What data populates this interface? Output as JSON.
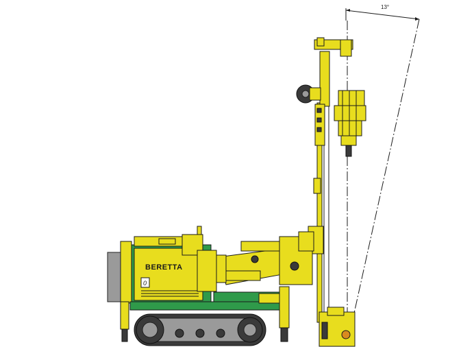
{
  "diagram": {
    "brand_label": "BERETTA",
    "angle_label": "13°",
    "panel_badge": "0",
    "colors": {
      "body": "#e8dd1e",
      "frame": "#2f9a4a",
      "track": "#3a3a3a",
      "outline": "#1a1a1a"
    }
  }
}
